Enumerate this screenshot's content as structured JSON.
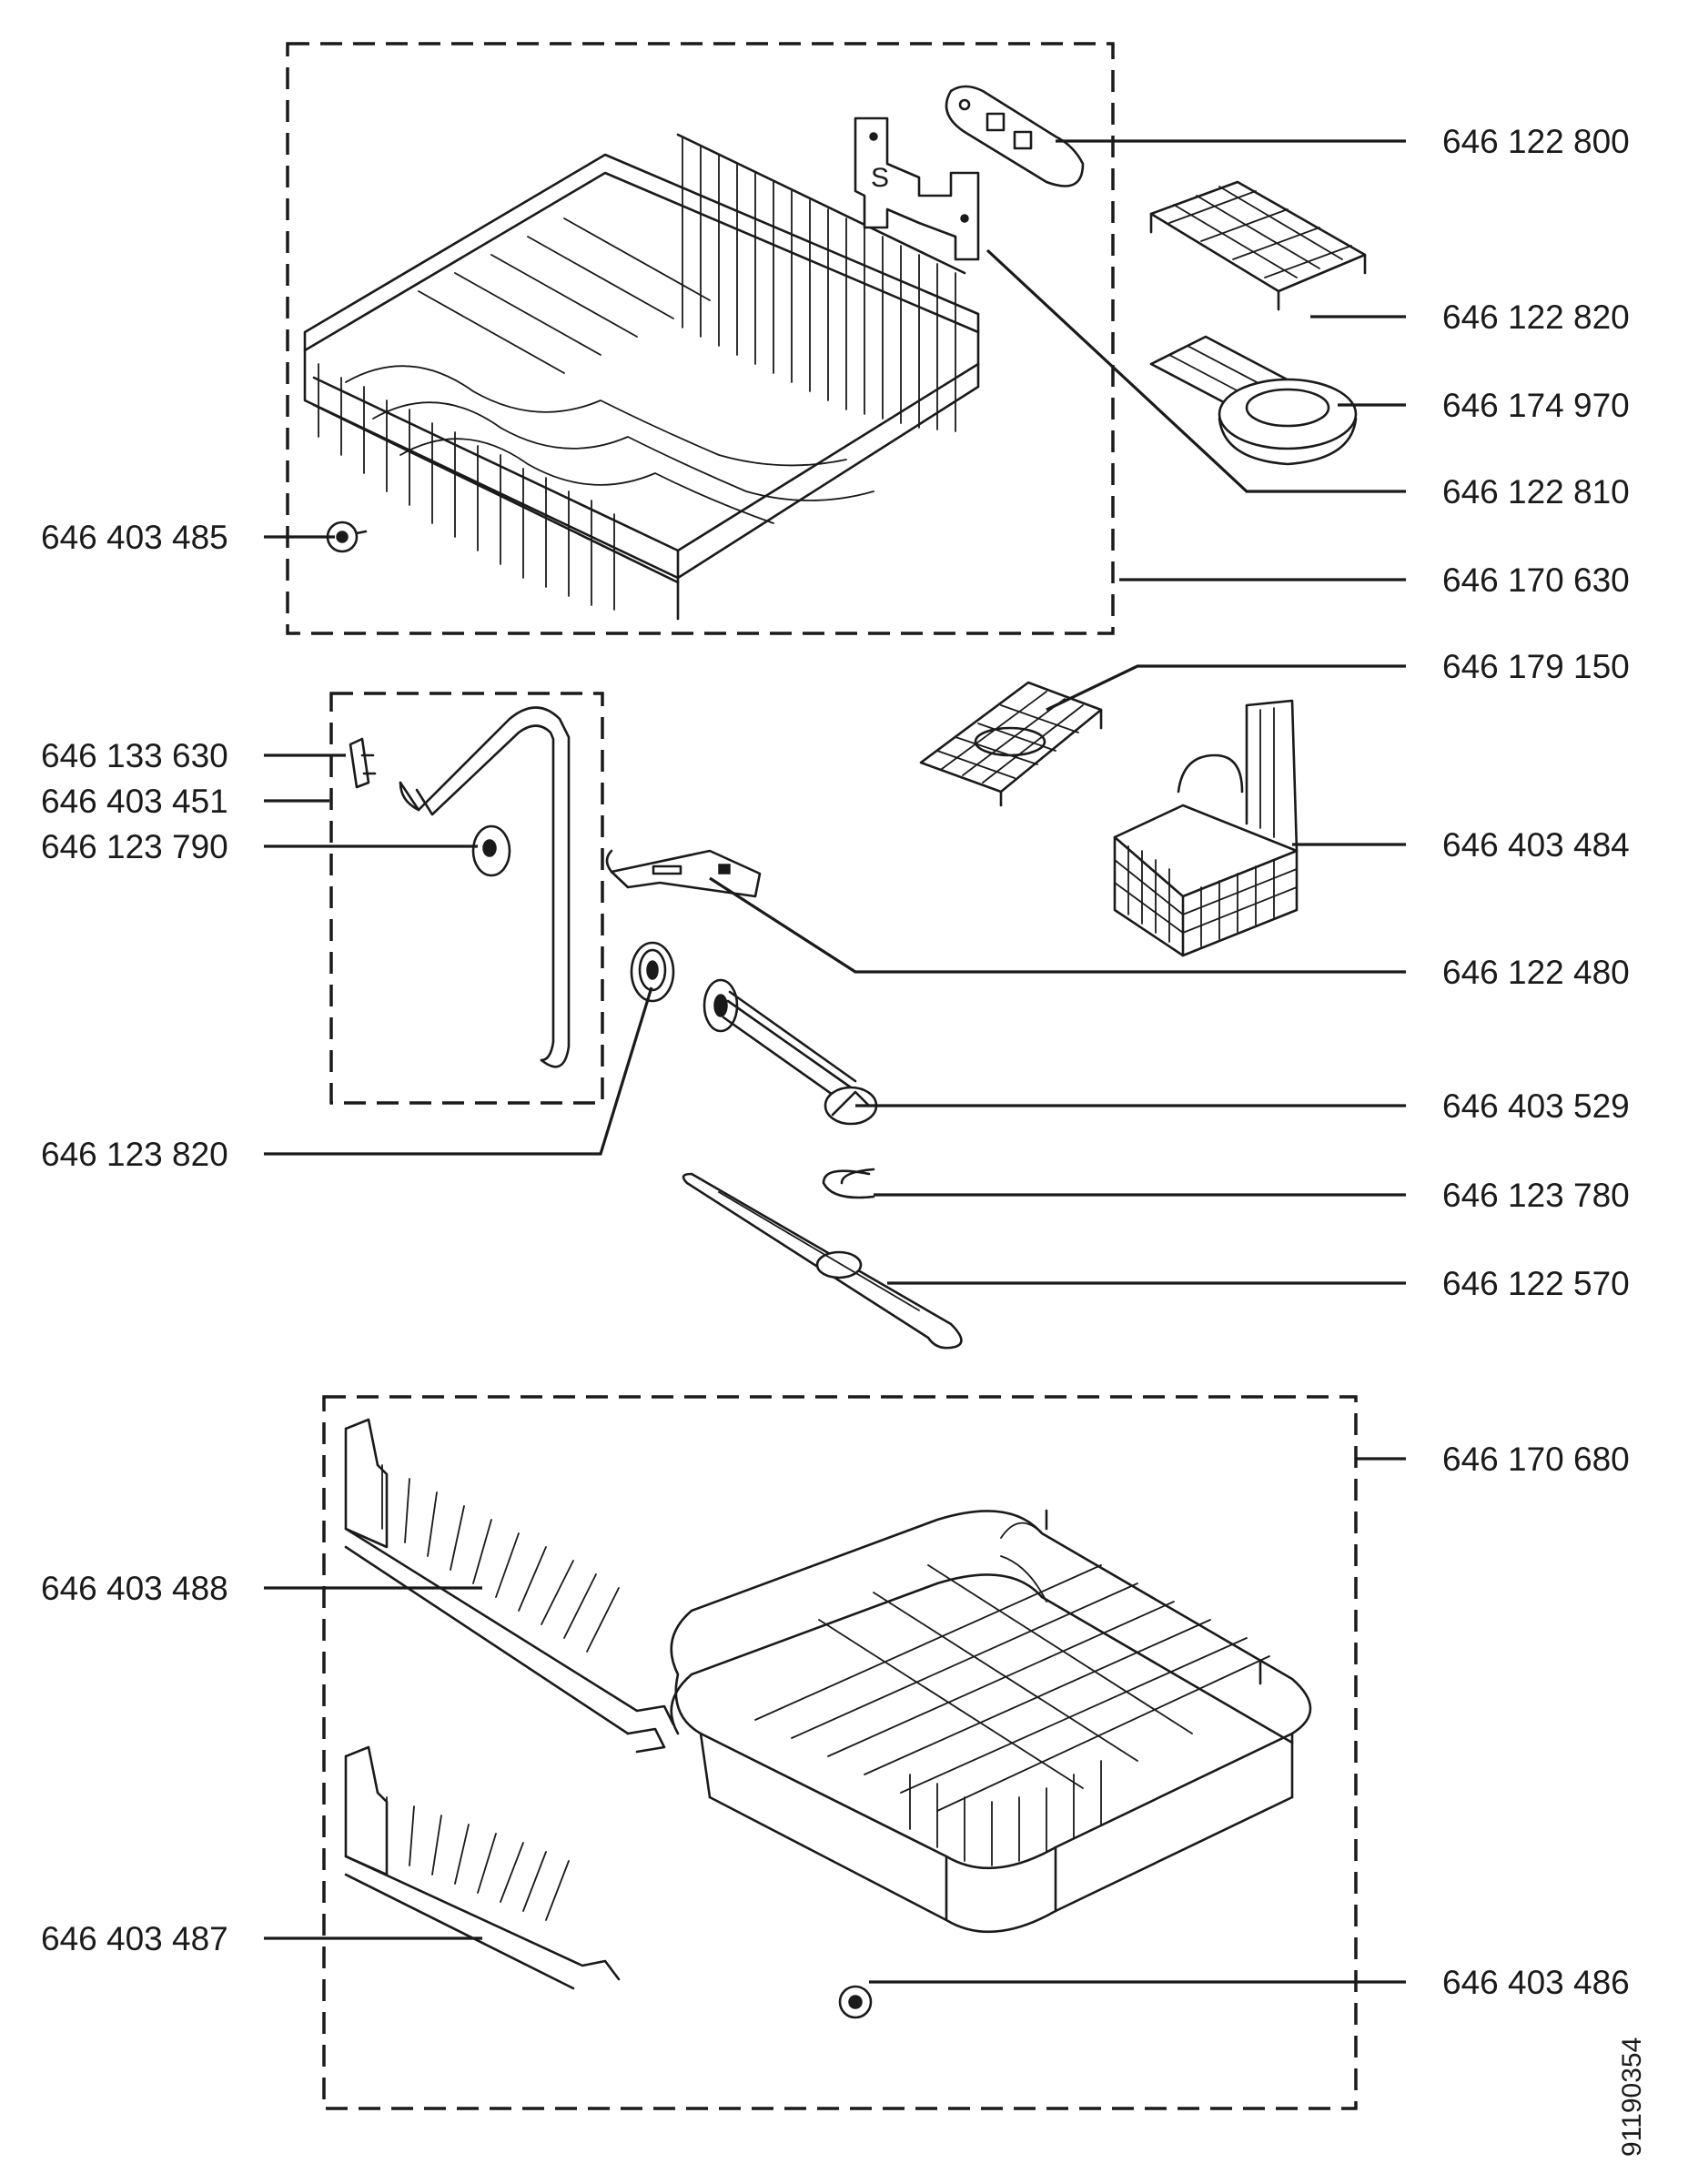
{
  "labels": {
    "p646122800": "646 122 800",
    "p646122820": "646 122 820",
    "p646174970": "646 174 970",
    "p646122810": "646 122 810",
    "p646170630": "646 170 630",
    "p646403485": "646 403 485",
    "p646179150": "646 179 150",
    "p646133630": "646 133 630",
    "p646403451": "646 403 451",
    "p646123790": "646 123 790",
    "p646403484": "646 403 484",
    "p646122480": "646 122 480",
    "p646403529": "646 403 529",
    "p646123820": "646 123 820",
    "p646123780": "646 123 780",
    "p646122570": "646 122 570",
    "p646170680": "646 170 680",
    "p646403488": "646 403 488",
    "p646403487": "646 403 487",
    "p646403486": "646 403 486"
  },
  "document_number": "91190354"
}
